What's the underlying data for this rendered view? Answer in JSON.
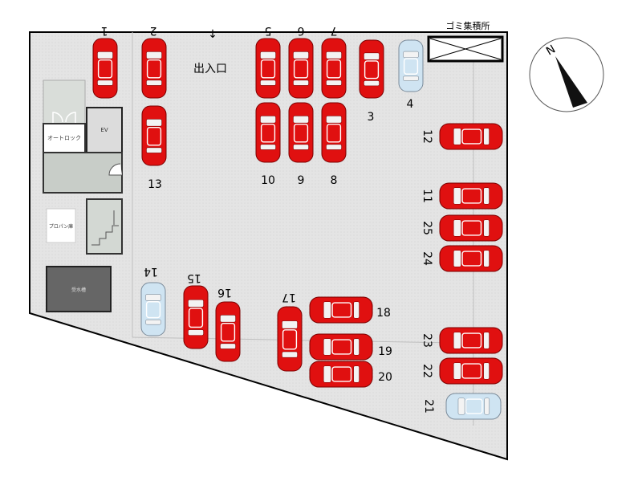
{
  "labels": {
    "entrance": "出入口",
    "entrance_arrow": "↓",
    "garbage": "ゴミ集積所",
    "autolock": "オートロック",
    "ev": "EV",
    "propane": "プロパン庫",
    "water_tank": "受水槽",
    "north": "N"
  },
  "spaces": [
    {
      "num": "1",
      "color": "red"
    },
    {
      "num": "2",
      "color": "red"
    },
    {
      "num": "3",
      "color": "red"
    },
    {
      "num": "4",
      "color": "blue"
    },
    {
      "num": "5",
      "color": "red"
    },
    {
      "num": "6",
      "color": "red"
    },
    {
      "num": "7",
      "color": "red"
    },
    {
      "num": "8",
      "color": "red"
    },
    {
      "num": "9",
      "color": "red"
    },
    {
      "num": "10",
      "color": "red"
    },
    {
      "num": "11",
      "color": "red"
    },
    {
      "num": "12",
      "color": "red"
    },
    {
      "num": "13",
      "color": "red"
    },
    {
      "num": "14",
      "color": "blue"
    },
    {
      "num": "15",
      "color": "red"
    },
    {
      "num": "16",
      "color": "red"
    },
    {
      "num": "17",
      "color": "red"
    },
    {
      "num": "18",
      "color": "red"
    },
    {
      "num": "19",
      "color": "red"
    },
    {
      "num": "20",
      "color": "red"
    },
    {
      "num": "21",
      "color": "blue"
    },
    {
      "num": "22",
      "color": "red"
    },
    {
      "num": "23",
      "color": "red"
    },
    {
      "num": "24",
      "color": "red"
    },
    {
      "num": "25",
      "color": "red"
    }
  ],
  "colors": {
    "red_car": "#e01010",
    "blue_car": "#cfe4f2",
    "lot": "#e3e3e3",
    "building": "#c8cdc8",
    "water_tank": "#666666"
  }
}
